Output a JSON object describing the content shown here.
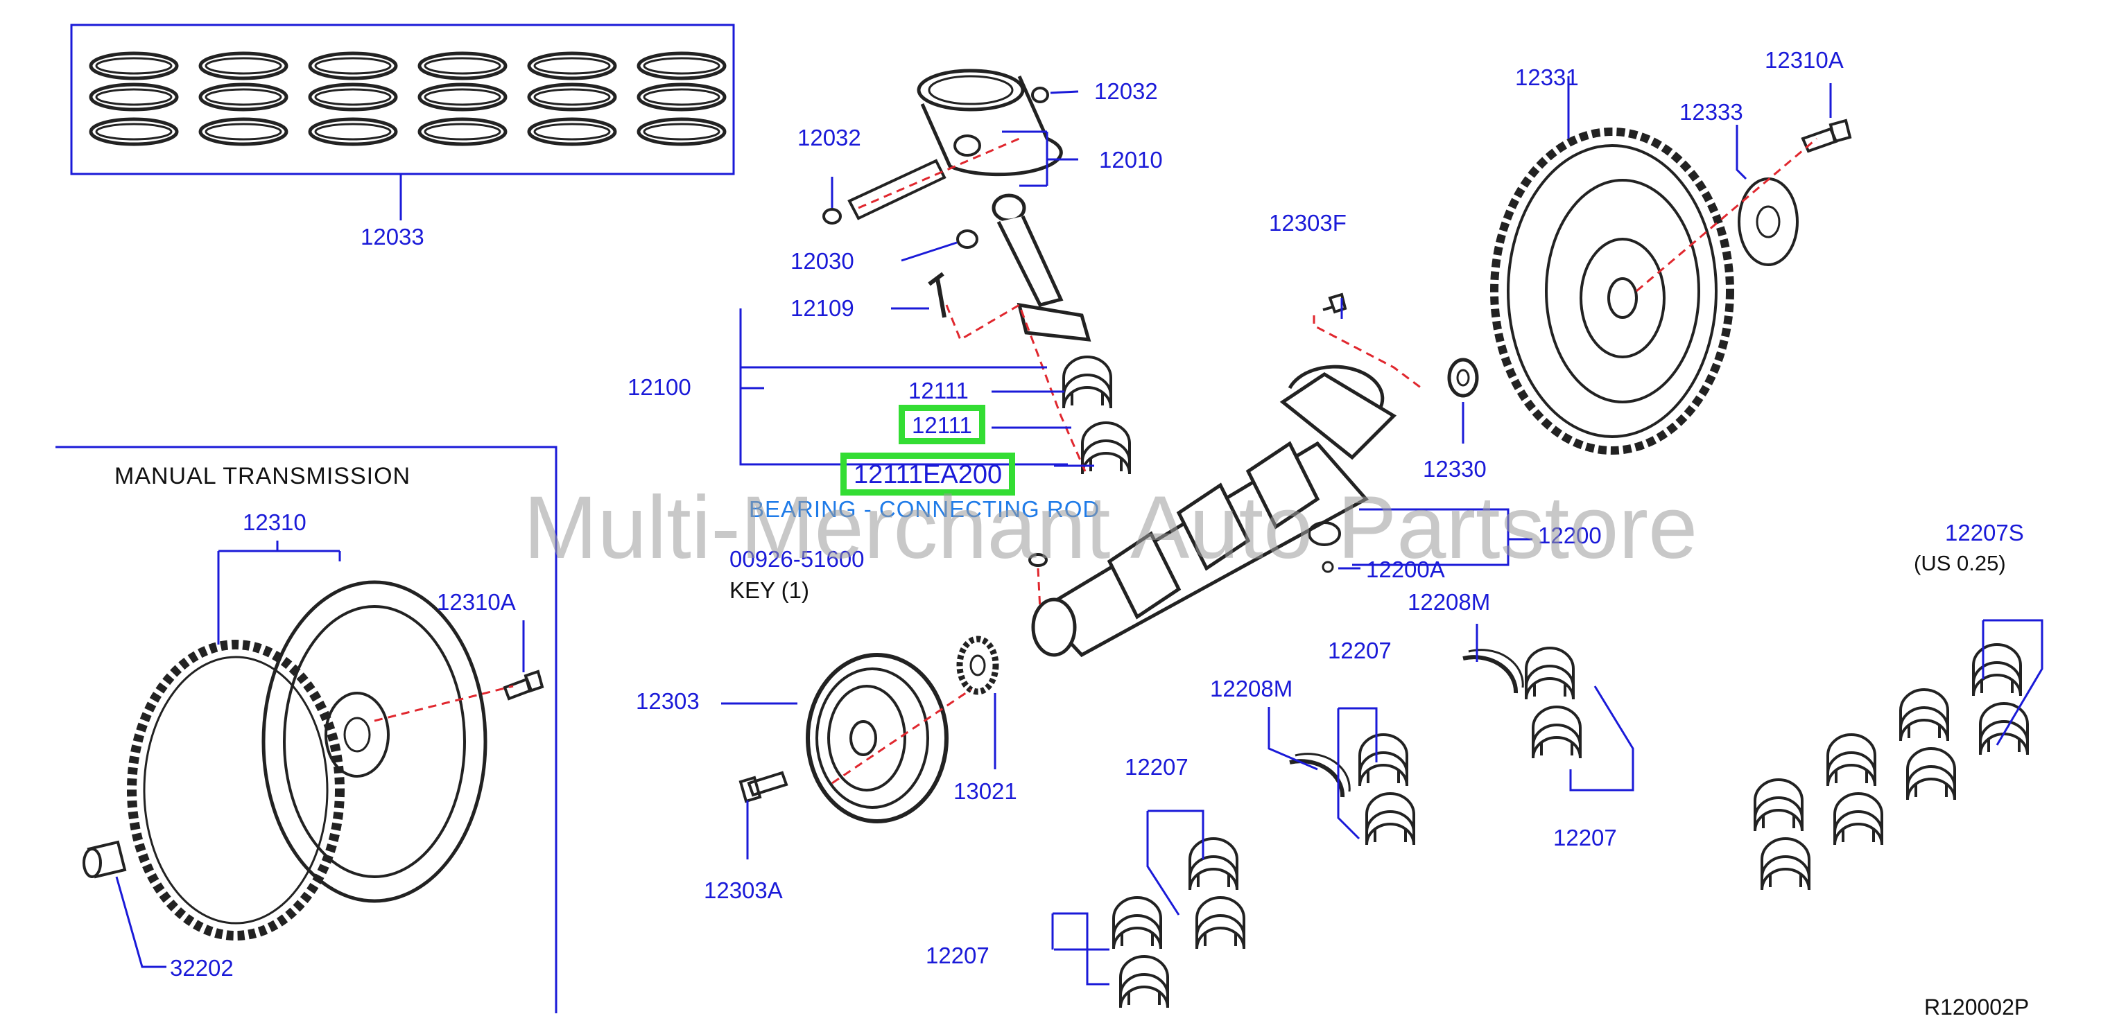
{
  "diagram": {
    "section_title": "MANUAL   TRANSMISSION",
    "reference_code": "R120002P",
    "watermark": "Multi-Merchant Auto Partstore",
    "colors": {
      "label": "#1a1ad8",
      "highlight": "#33dd33",
      "note": "#1f7be8",
      "line": "#1a1ad8",
      "leader": "#e0272e"
    },
    "highlighted_part": {
      "number": "12111EA200",
      "description": "BEARING - CONNECTING ROD"
    },
    "key_label": {
      "number": "00926-51600",
      "text": "KEY    (1)"
    },
    "undersize_note": "(US    0.25)",
    "part_labels": {
      "p12033": "12033",
      "p12032a": "12032",
      "p12032b": "12032",
      "p12010": "12010",
      "p12030": "12030",
      "p12109": "12109",
      "p12100": "12100",
      "p12111a": "12111",
      "p12111b": "12111",
      "p12303f": "12303F",
      "p12331": "12331",
      "p12310a_top": "12310A",
      "p12333": "12333",
      "p12330": "12330",
      "p12200": "12200",
      "p12200a": "12200A",
      "p12207s": "12207S",
      "p12310": "12310",
      "p12310a_left": "12310A",
      "p12303": "12303",
      "p13021": "13021",
      "p12303a": "12303A",
      "p32202": "32202",
      "p12208m_a": "12208M",
      "p12208m_b": "12208M",
      "p12207_a": "12207",
      "p12207_b": "12207",
      "p12207_c": "12207",
      "p12207_d": "12207"
    }
  }
}
